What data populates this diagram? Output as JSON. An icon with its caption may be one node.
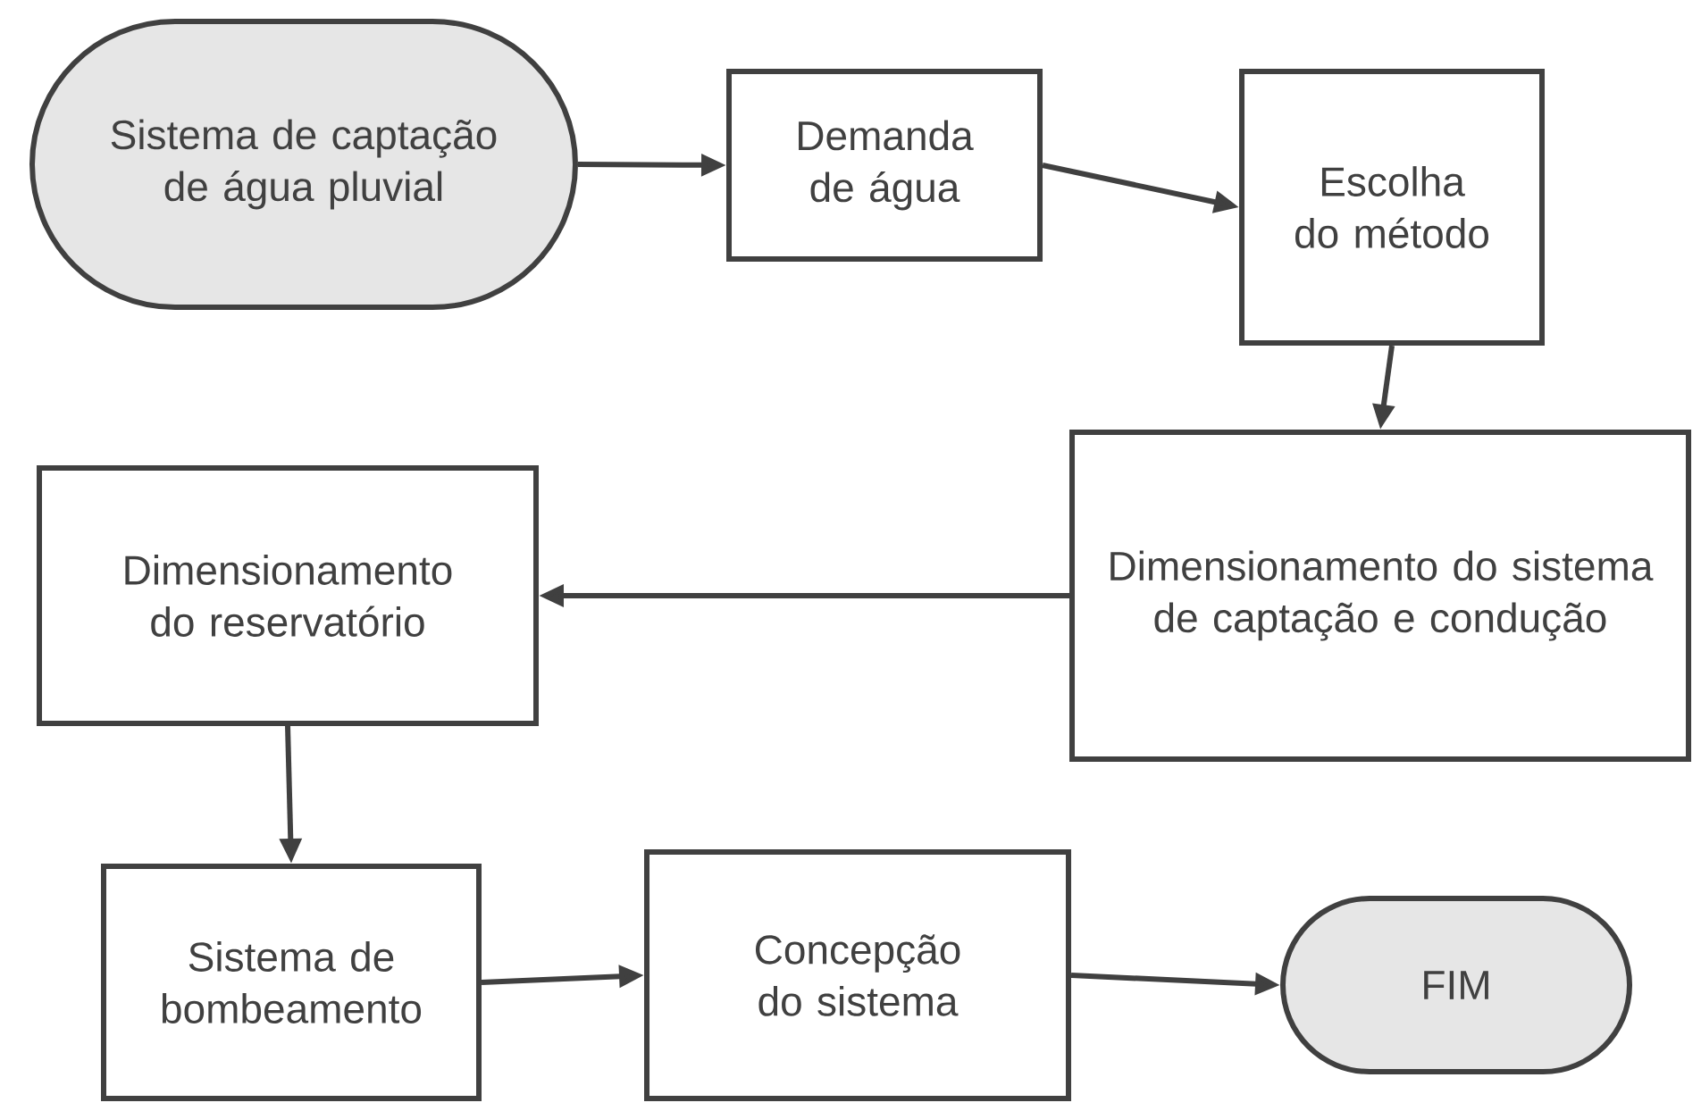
{
  "diagram": {
    "nodes": [
      {
        "text": [
          "Sistema de captação de água pluvial"
        ]
      },
      {
        "text": [
          "Demanda de água"
        ]
      },
      {
        "text": [
          "Escolha do método"
        ]
      },
      {
        "text": [
          "Dimensionamento do sistema de captação e condução"
        ]
      },
      {
        "text": [
          "Dimensionamento do reservatório"
        ]
      },
      {
        "text": [
          "Sistema de bombeamento"
        ]
      },
      {
        "text": [
          "Concepção do sistema"
        ]
      },
      {
        "text": [
          "FIM"
        ]
      }
    ],
    "edges": [
      {
        "from": 0,
        "to": 1,
        "arrow": "to"
      },
      {
        "from": 1,
        "to": 2,
        "arrow": "to"
      },
      {
        "from": 2,
        "to": 3,
        "arrow": "to"
      },
      {
        "from": 3,
        "to": 4,
        "arrow": "to"
      },
      {
        "from": 4,
        "to": 5,
        "arrow": "to"
      },
      {
        "from": 5,
        "to": 6,
        "arrow": "to"
      },
      {
        "from": 6,
        "to": 7,
        "arrow": "to"
      }
    ]
  }
}
